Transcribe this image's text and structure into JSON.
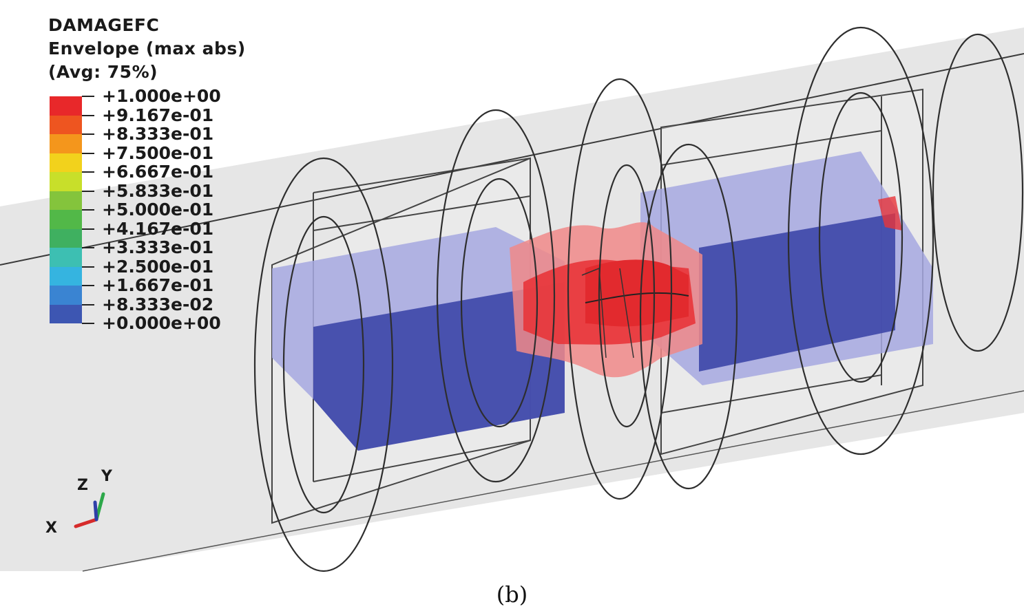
{
  "legend": {
    "variable": "DAMAGEFC",
    "envelope": "Envelope (max abs)",
    "avg": "(Avg: 75%)",
    "levels": [
      {
        "label": "+1.000e+00",
        "color": "#e8282a"
      },
      {
        "label": "+9.167e-01",
        "color": "#ee5520"
      },
      {
        "label": "+8.333e-01",
        "color": "#f4961c"
      },
      {
        "label": "+7.500e-01",
        "color": "#f2d21c"
      },
      {
        "label": "+6.667e-01",
        "color": "#c8df2a"
      },
      {
        "label": "+5.833e-01",
        "color": "#84c43c"
      },
      {
        "label": "+5.000e-01",
        "color": "#52b848"
      },
      {
        "label": "+4.167e-01",
        "color": "#3fb060"
      },
      {
        "label": "+3.333e-01",
        "color": "#3dbfb2"
      },
      {
        "label": "+2.500e-01",
        "color": "#35b4e0"
      },
      {
        "label": "+1.667e-01",
        "color": "#3a84d2"
      },
      {
        "label": "+8.333e-02",
        "color": "#3d56b2"
      },
      {
        "label": "+0.000e+00",
        "color": "#3b45a6"
      }
    ]
  },
  "triad": {
    "x": "X",
    "y": "Y",
    "z": "Z"
  },
  "caption": "(b)",
  "colors": {
    "damaged": "#e8353a",
    "undamaged": "#3d46a8",
    "background_solid": "#e6e6e6",
    "edge": "#3a3a3a"
  }
}
